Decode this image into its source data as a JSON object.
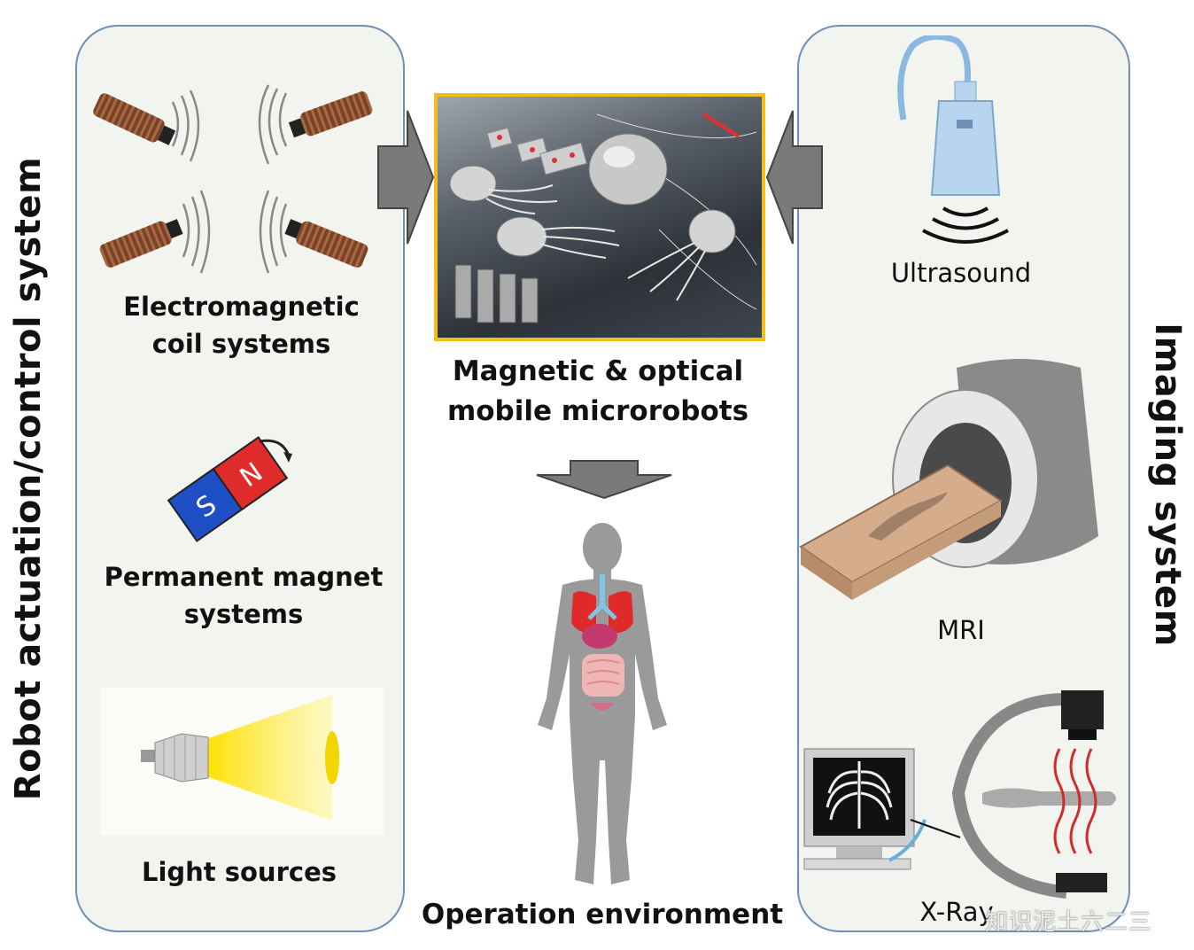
{
  "left_panel": {
    "vertical_title": "Robot actuation/control system",
    "items": [
      {
        "label_line1": "Electromagnetic",
        "label_line2": "coil systems"
      },
      {
        "label_line1": "Permanent magnet",
        "label_line2": "systems"
      },
      {
        "label_line1": "Light sources"
      }
    ],
    "magnet_north": "N",
    "magnet_south": "S"
  },
  "center": {
    "title_line1": "Magnetic & optical",
    "title_line2": "mobile microrobots",
    "environment_label": "Operation environment"
  },
  "right_panel": {
    "vertical_title": "Imaging system",
    "items": [
      {
        "label": "Ultrasound"
      },
      {
        "label": "MRI"
      },
      {
        "label": "X-Ray"
      }
    ]
  },
  "watermark": "知识泥土六二三",
  "colors": {
    "panel_border": "#6f8fb3",
    "panel_fill": "#f1f4ef",
    "highlight_frame": "#f2be1c",
    "magnet_north": "#e02b2b",
    "magnet_south": "#1f4fc4",
    "arrow": "#7a7a7a"
  }
}
